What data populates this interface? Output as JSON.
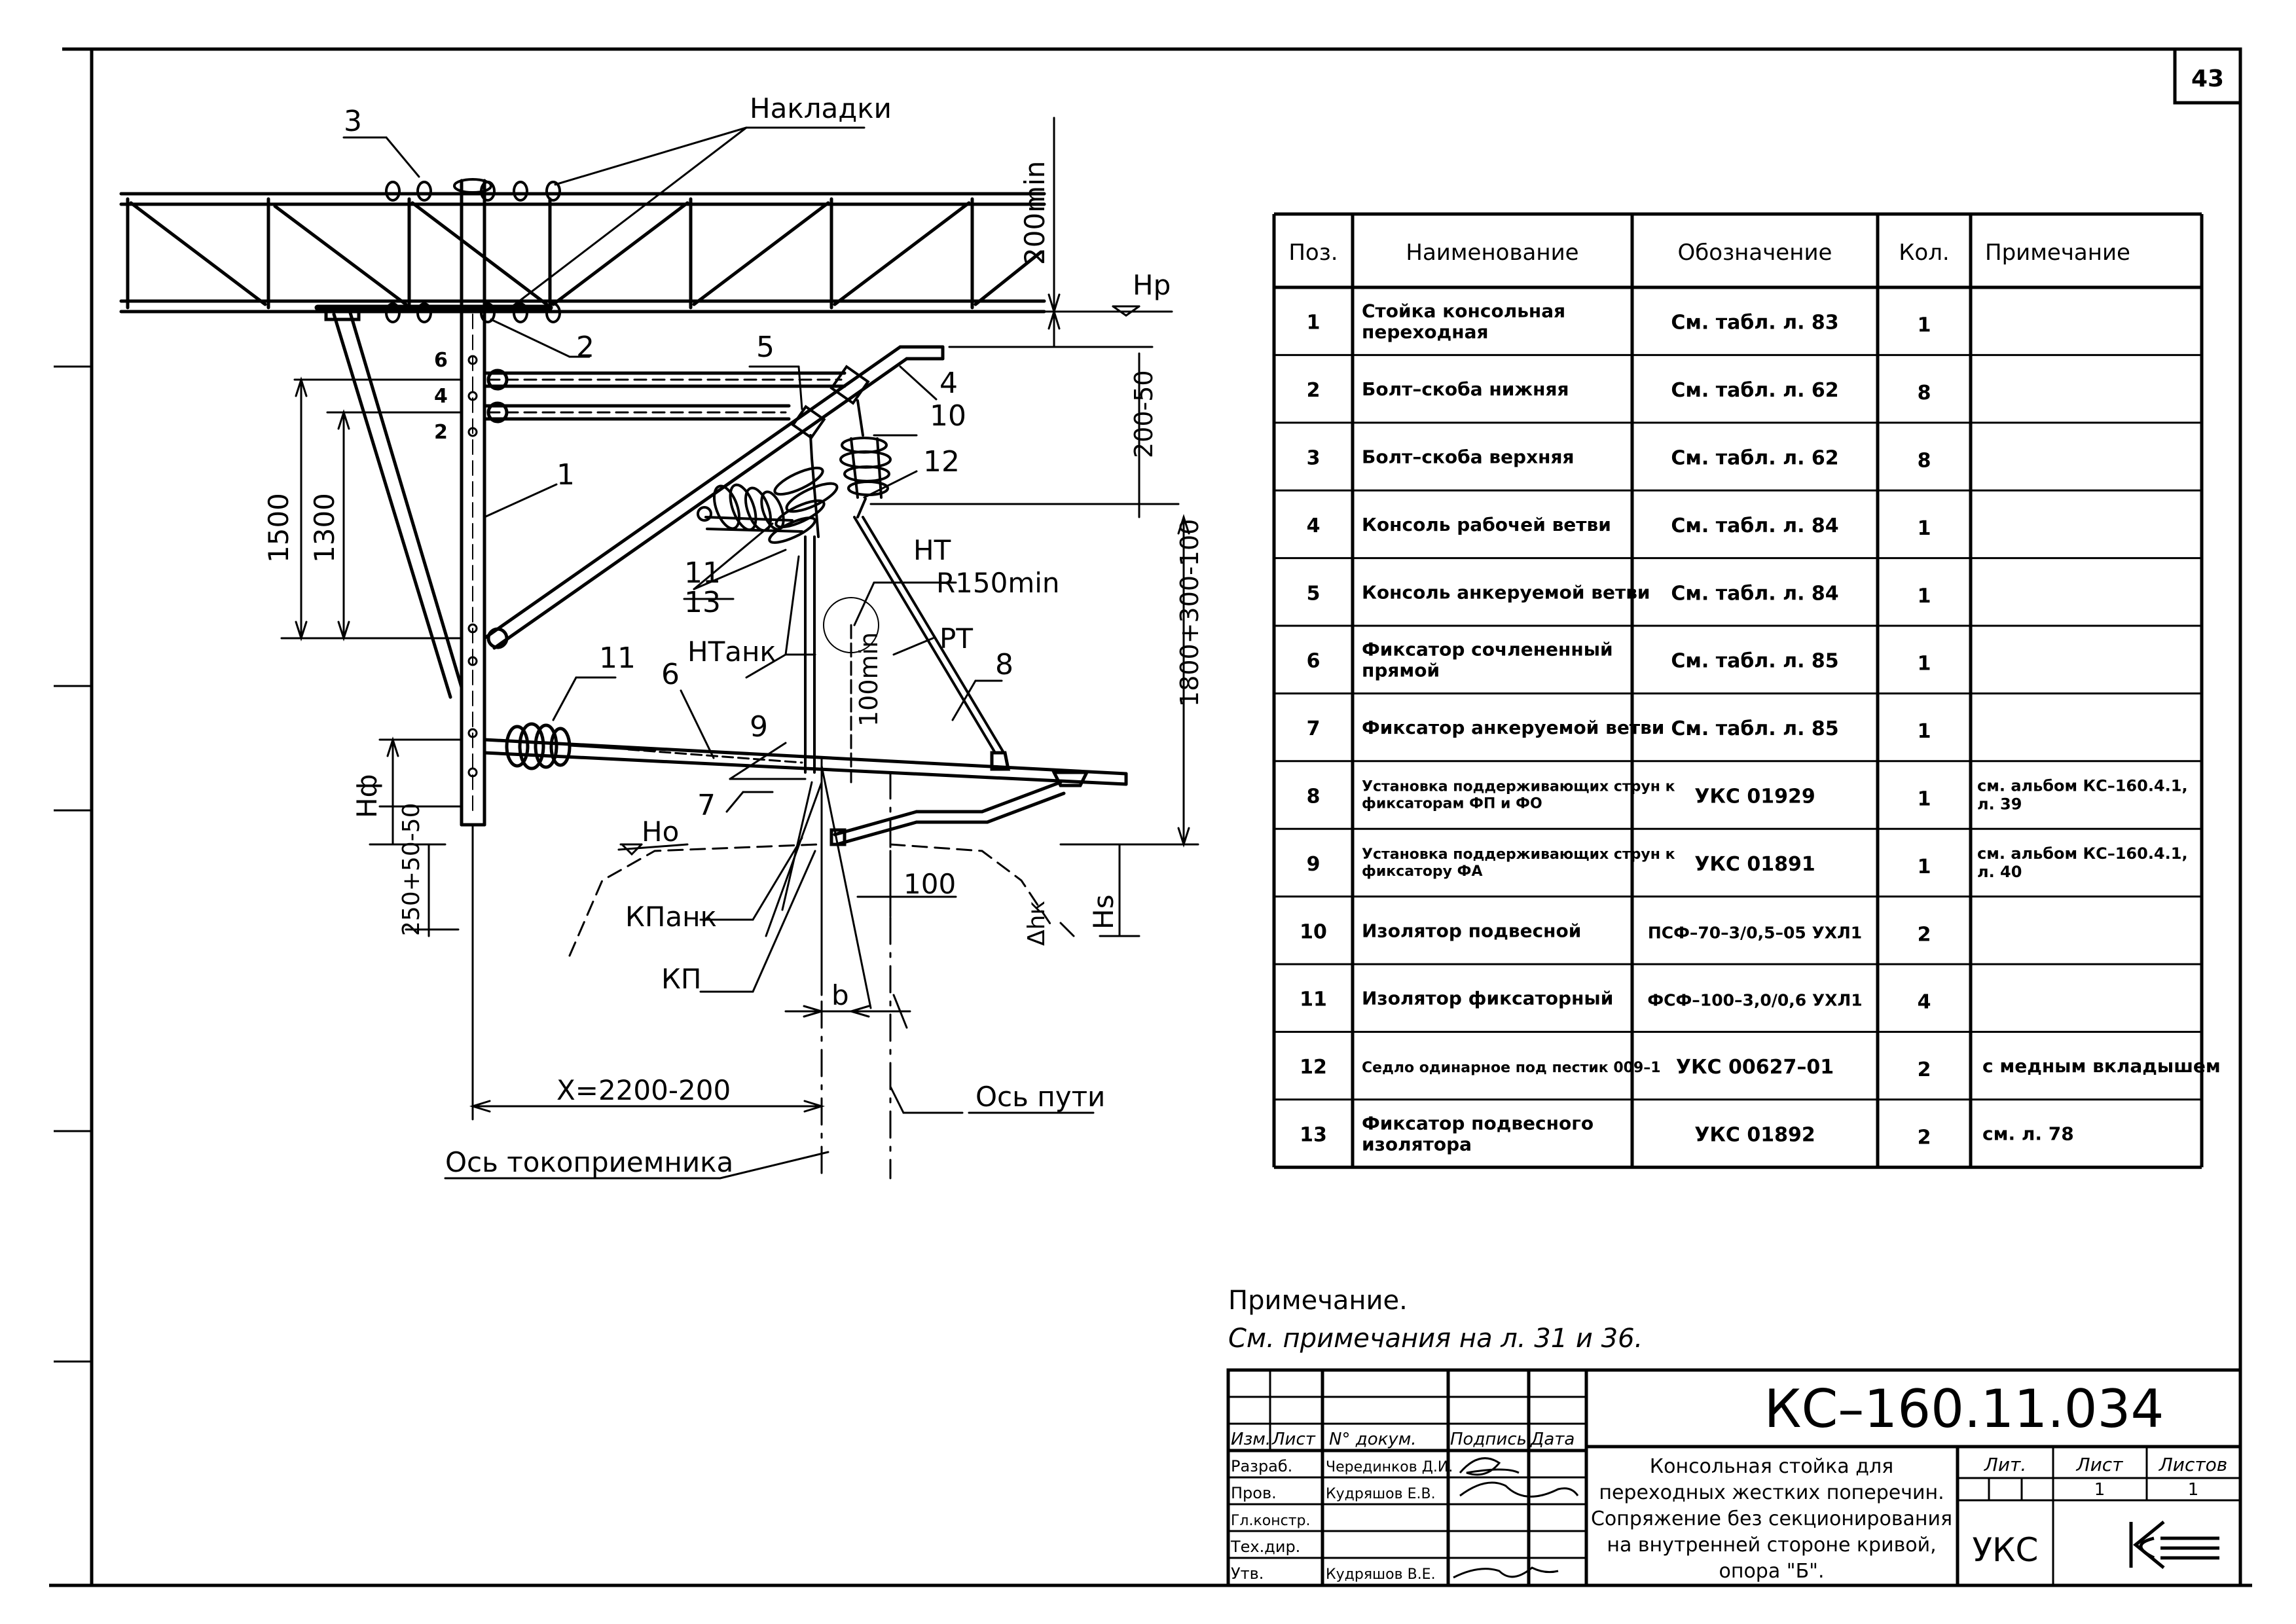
{
  "sheet_number": "43",
  "drawing": {
    "labels": {
      "nakladki": "Накладки",
      "min200": "200min",
      "hp": "Hp",
      "dim1500": "1500",
      "dim1300": "1300",
      "dim200_50": "200-50",
      "dim1800": "1800+300-100",
      "r150": "R150min",
      "nt": "НТ",
      "ntank": "НТанк",
      "rt": "РТ",
      "min100": "100min",
      "hf": "Нф",
      "ho": "Но",
      "dim250": "250+50-50",
      "kpank": "КПанк",
      "kp": "КП",
      "dim100": "100",
      "dhk": "Δhк",
      "hs": "Hs",
      "b": "b",
      "x2200": "X=2200-200",
      "os_puti": "Ось пути",
      "os_tokopriemnika": "Ось токоприемника"
    },
    "positions": [
      "1",
      "2",
      "3",
      "4",
      "5",
      "6",
      "7",
      "8",
      "9",
      "10",
      "11",
      "11",
      "12",
      "13"
    ],
    "stud_marks": [
      "6",
      "4",
      "2"
    ]
  },
  "spec_table": {
    "headers": [
      "Поз.",
      "Наименование",
      "Обозначение",
      "Кол.",
      "Примечание"
    ],
    "rows": [
      {
        "pos": "1",
        "name": "Стойка консольная переходная",
        "designation": "См. табл. л. 83",
        "qty": "1",
        "note": ""
      },
      {
        "pos": "2",
        "name": "Болт–скоба нижняя",
        "designation": "См. табл. л. 62",
        "qty": "8",
        "note": ""
      },
      {
        "pos": "3",
        "name": "Болт–скоба верхняя",
        "designation": "См. табл. л. 62",
        "qty": "8",
        "note": ""
      },
      {
        "pos": "4",
        "name": "Консоль рабочей ветви",
        "designation": "См. табл. л. 84",
        "qty": "1",
        "note": ""
      },
      {
        "pos": "5",
        "name": "Консоль анкеруемой ветви",
        "designation": "См. табл. л. 84",
        "qty": "1",
        "note": ""
      },
      {
        "pos": "6",
        "name": "Фиксатор сочлененный прямой",
        "designation": "См. табл. л. 85",
        "qty": "1",
        "note": ""
      },
      {
        "pos": "7",
        "name": "Фиксатор анкеруемой ветви",
        "designation": "См. табл. л. 85",
        "qty": "1",
        "note": ""
      },
      {
        "pos": "8",
        "name": "Установка поддерживающих струн к фиксаторам ФП и ФО",
        "designation": "УКС 01929",
        "qty": "1",
        "note": "см. альбом КС–160.4.1, л. 39"
      },
      {
        "pos": "9",
        "name": "Установка поддерживающих струн к фиксатору ФА",
        "designation": "УКС 01891",
        "qty": "1",
        "note": "см. альбом КС–160.4.1, л. 40"
      },
      {
        "pos": "10",
        "name": "Изолятор подвесной",
        "designation": "ПСФ–70–3/0,5–05 УХЛ1",
        "qty": "2",
        "note": ""
      },
      {
        "pos": "11",
        "name": "Изолятор фиксаторный",
        "designation": "ФСФ–100–3,0/0,6 УХЛ1",
        "qty": "4",
        "note": ""
      },
      {
        "pos": "12",
        "name": "Седло одинарное под пестик 009–1",
        "designation": "УКС 00627–01",
        "qty": "2",
        "note": "с медным вкладышем"
      },
      {
        "pos": "13",
        "name": "Фиксатор подвесного изолятора",
        "designation": "УКС 01892",
        "qty": "2",
        "note": "см. л. 78"
      }
    ]
  },
  "note": {
    "title": "Примечание.",
    "text": "См. примечания на л. 31 и 36."
  },
  "title_block": {
    "code": "КС–160.11.034",
    "col_headers": [
      "Изм.",
      "Лист",
      "N° докум.",
      "Подпись",
      "Дата"
    ],
    "roles": [
      {
        "role": "Разраб.",
        "name": "Черединков Д.И."
      },
      {
        "role": "Пров.",
        "name": "Кудряшов Е.В."
      },
      {
        "role": "Гл.констр.",
        "name": ""
      },
      {
        "role": "Тех.дир.",
        "name": ""
      },
      {
        "role": "Утв.",
        "name": "Кудряшов В.Е."
      }
    ],
    "description": [
      "Консольная стойка для",
      "переходных жестких поперечин.",
      "Сопряжение без секционирования",
      "на внутренней стороне кривой,",
      "опора \"Б\"."
    ],
    "lit_label": "Лит.",
    "list_label": "Лист",
    "listov_label": "Листов",
    "list_value": "1",
    "listov_value": "1",
    "org": "УКС"
  }
}
